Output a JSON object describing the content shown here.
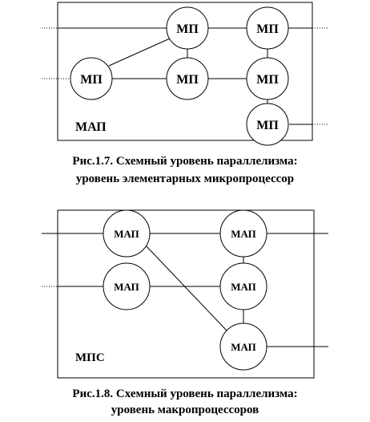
{
  "figure1": {
    "frame_label": "МАП",
    "nodes": [
      {
        "id": "n1",
        "label": "МП"
      },
      {
        "id": "n2",
        "label": "МП"
      },
      {
        "id": "n3",
        "label": "МП"
      },
      {
        "id": "n4",
        "label": "МП"
      },
      {
        "id": "n5",
        "label": "МП"
      },
      {
        "id": "n6",
        "label": "МП"
      }
    ],
    "caption_line1": "Рис.1.7. Схемный уровень параллелизма:",
    "caption_line2": "уровень элементарных микропроцессор"
  },
  "figure2": {
    "frame_label": "МПС",
    "nodes": [
      {
        "id": "m1",
        "label": "МАП"
      },
      {
        "id": "m2",
        "label": "МАП"
      },
      {
        "id": "m3",
        "label": "МАП"
      },
      {
        "id": "m4",
        "label": "МАП"
      },
      {
        "id": "m5",
        "label": "МАП"
      }
    ],
    "caption_line1": "Рис.1.8. Схемный уровень параллелизма:",
    "caption_line2": "уровень макропроцессоров"
  }
}
